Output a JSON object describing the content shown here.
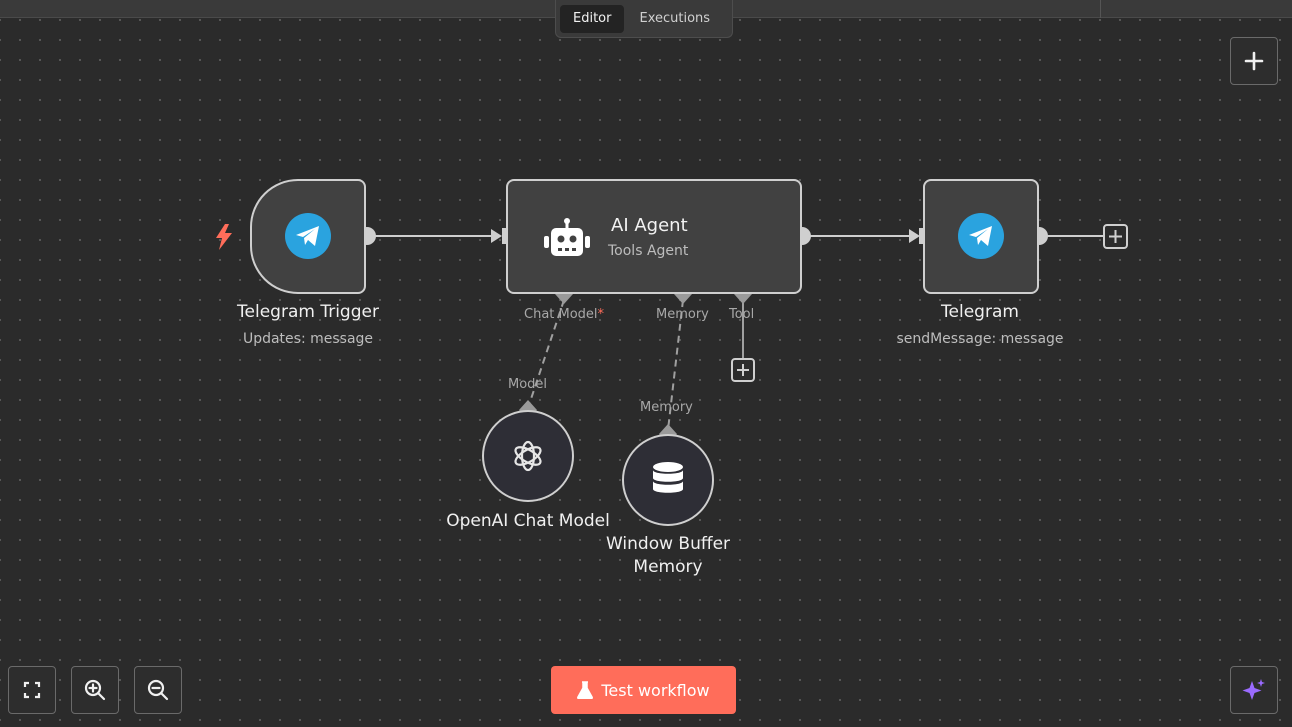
{
  "tabs": {
    "editor": "Editor",
    "executions": "Executions",
    "active": "Editor"
  },
  "nodes": {
    "telegram_trigger": {
      "title": "Telegram Trigger",
      "subtitle": "Updates: message",
      "icon": "telegram-icon"
    },
    "ai_agent": {
      "title": "AI Agent",
      "subtitle": "Tools Agent",
      "icon": "robot-icon",
      "ports": {
        "chat_model": "Chat Model",
        "required_mark": "*",
        "memory": "Memory",
        "tool": "Tool"
      }
    },
    "telegram": {
      "title": "Telegram",
      "subtitle": "sendMessage: message",
      "icon": "telegram-icon"
    },
    "openai_chat_model": {
      "title": "OpenAI Chat Model",
      "port": "Model",
      "icon": "openai-icon"
    },
    "window_buffer_memory": {
      "title_line1": "Window Buffer",
      "title_line2": "Memory",
      "port": "Memory",
      "icon": "database-icon"
    }
  },
  "controls": {
    "test_workflow": "Test workflow",
    "icons": [
      "plus-icon",
      "fit-view-icon",
      "zoom-in-icon",
      "zoom-out-icon",
      "ai-sparkle-icon",
      "flask-icon",
      "lightning-icon"
    ]
  },
  "colors": {
    "canvas": "#2b2b2b",
    "accent": "#ff6d5a",
    "telegram": "#2aa3df",
    "trigger": "#ff6d5a",
    "required": "#ff6d5a",
    "sparkle": "#9b6bff"
  }
}
